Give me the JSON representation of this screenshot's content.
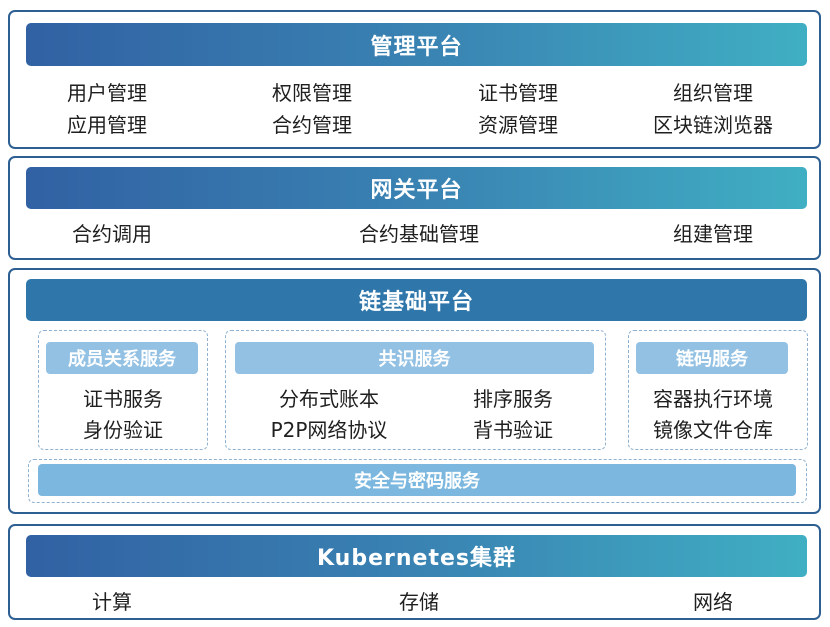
{
  "management": {
    "title": "管理平台",
    "items": [
      "用户管理",
      "权限管理",
      "证书管理",
      "组织管理",
      "应用管理",
      "合约管理",
      "资源管理",
      "区块链浏览器"
    ]
  },
  "gateway": {
    "title": "网关平台",
    "items": [
      "合约调用",
      "合约基础管理",
      "组建管理"
    ]
  },
  "chain": {
    "title": "链基础平台",
    "member": {
      "title": "成员关系服务",
      "items": [
        "证书服务",
        "身份验证"
      ]
    },
    "consensus": {
      "title": "共识服务",
      "items": [
        "分布式账本",
        "排序服务",
        "P2P网络协议",
        "背书验证"
      ]
    },
    "chaincode": {
      "title": "链码服务",
      "items": [
        "容器执行环境",
        "镜像文件仓库"
      ]
    },
    "security": "安全与密码服务"
  },
  "kubernetes": {
    "title": "Kubernetes集群",
    "items": [
      "计算",
      "存储",
      "网络"
    ]
  }
}
